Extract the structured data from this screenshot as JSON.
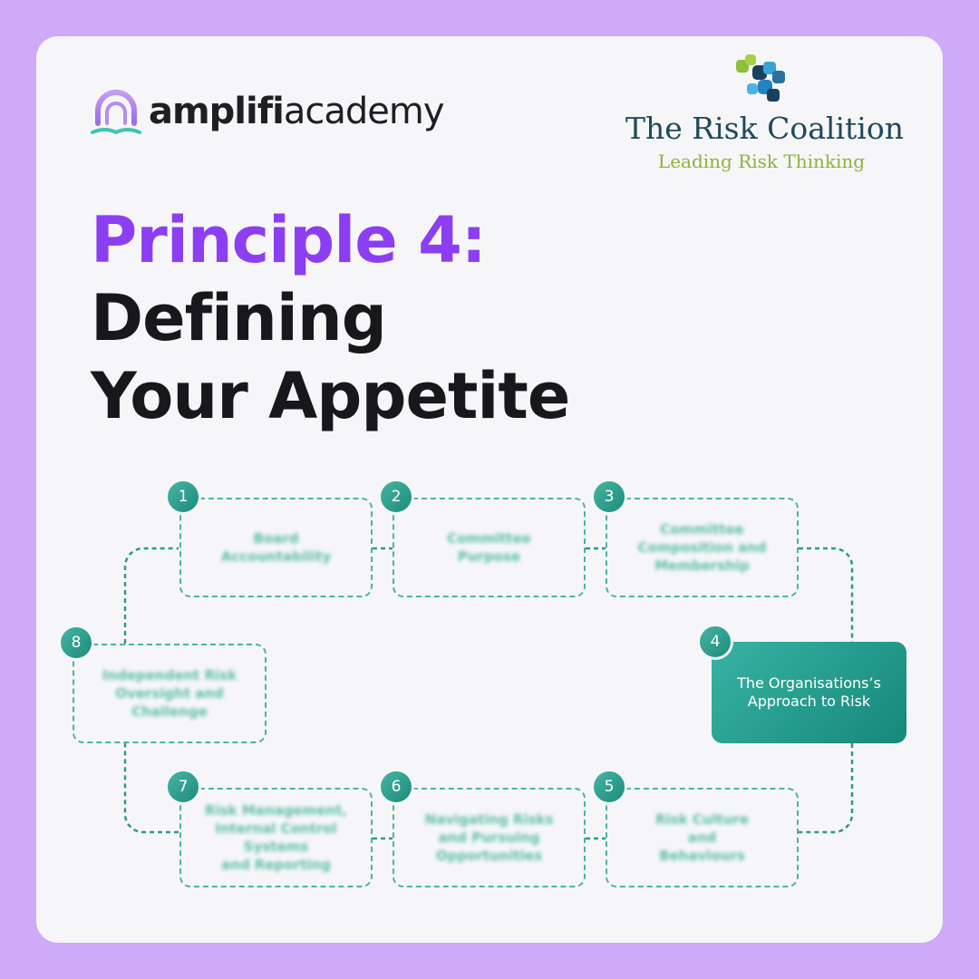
{
  "brand": {
    "amplifi": "amplifi",
    "academy": "academy",
    "icon": "amplifi-book-arch-icon"
  },
  "partner": {
    "name": "The Risk Coalition",
    "tagline": "Leading Risk Thinking",
    "icon": "risk-coalition-puzzle-icon"
  },
  "title": {
    "line1": "Principle 4:",
    "line2": "Defining",
    "line3": "Your Appetite"
  },
  "principles": [
    {
      "number": "1",
      "label": "Board\nAccountability"
    },
    {
      "number": "2",
      "label": "Committee\nPurpose"
    },
    {
      "number": "3",
      "label": "Committee\nComposition and\nMembership"
    },
    {
      "number": "4",
      "label": "The Organisations’s\nApproach to Risk",
      "active": true
    },
    {
      "number": "5",
      "label": "Risk Culture\nand\nBehaviours"
    },
    {
      "number": "6",
      "label": "Navigating Risks\nand Pursuing\nOpportunities"
    },
    {
      "number": "7",
      "label": "Risk Management,\nInternal Control\nSystems\nand Reporting"
    },
    {
      "number": "8",
      "label": "Independent Risk\nOversight and\nChallenge"
    }
  ],
  "colors": {
    "background": "#cfaaf8",
    "purple_accent": "#8c3ef2",
    "teal": "#1d8b7c",
    "teal_light": "#4cb4a3"
  }
}
